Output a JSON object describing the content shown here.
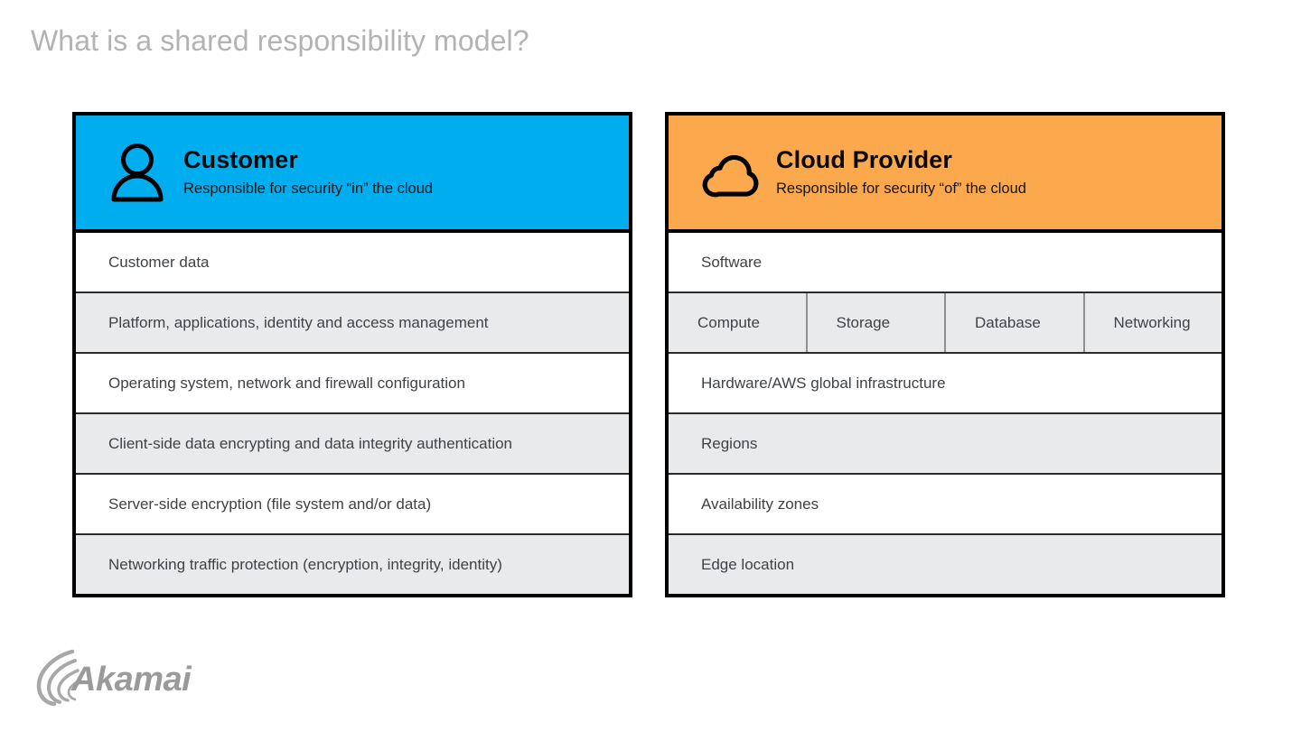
{
  "slide": {
    "title": "What is a shared responsibility model?"
  },
  "panels": [
    {
      "id": "customer",
      "header": {
        "icon": "person-icon",
        "title": "Customer",
        "subtitle": "Responsible for security “in” the cloud",
        "background_color": "#00AEEF"
      },
      "rows": [
        {
          "label": "Customer data",
          "shaded": false
        },
        {
          "label": "Platform, applications, identity and access management",
          "shaded": true
        },
        {
          "label": "Operating system, network and firewall configuration",
          "shaded": false
        },
        {
          "label": "Client-side data encrypting and data integrity authentication",
          "shaded": true
        },
        {
          "label": "Server-side encryption (file system and/or data)",
          "shaded": false
        },
        {
          "label": "Networking traffic protection (encryption, integrity, identity)",
          "shaded": true
        }
      ]
    },
    {
      "id": "cloud-provider",
      "header": {
        "icon": "cloud-icon",
        "title": "Cloud Provider",
        "subtitle": "Responsible for security “of” the cloud",
        "background_color": "#FBA94C"
      },
      "rows": [
        {
          "label": "Software",
          "shaded": false
        },
        {
          "cells": [
            "Compute",
            "Storage",
            "Database",
            "Networking"
          ],
          "shaded": true
        },
        {
          "label": "Hardware/AWS global infrastructure",
          "shaded": false
        },
        {
          "label": "Regions",
          "shaded": true
        },
        {
          "label": "Availability zones",
          "shaded": false
        },
        {
          "label": "Edge location",
          "shaded": true
        }
      ]
    }
  ],
  "footer": {
    "logo_text": "Akamai",
    "logo_icon": "akamai-swirl-icon"
  },
  "colors": {
    "customer_header": "#00AEEF",
    "provider_header": "#FBA94C",
    "row_shaded": "#E9EAEB",
    "row_plain": "#FFFFFF",
    "border": "#000000",
    "title_text": "#B3B3B3",
    "row_text": "#3F4246"
  }
}
